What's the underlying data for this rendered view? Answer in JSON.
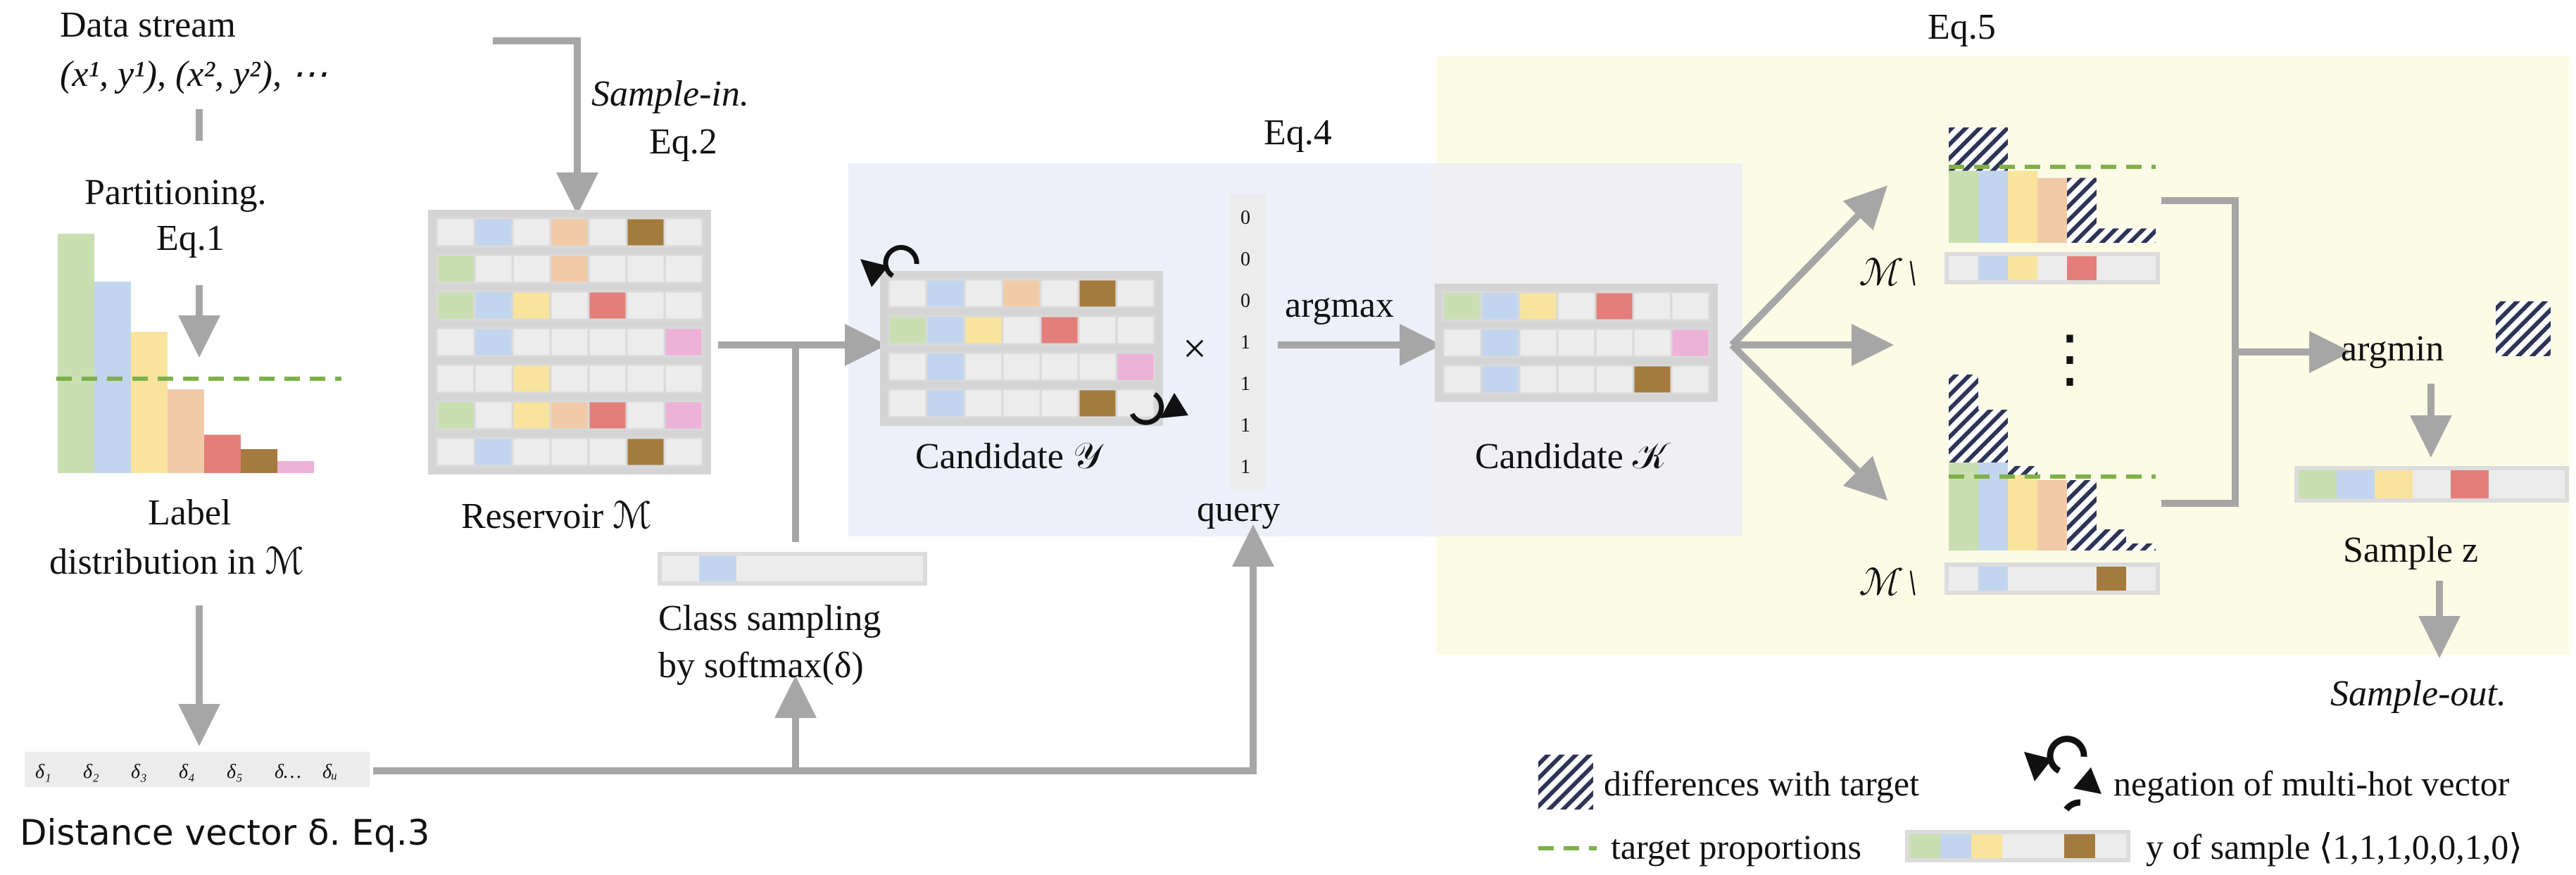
{
  "colors": {
    "green": "#c9dfb1",
    "blue": "#c2d5ef",
    "yellow": "#f8e49c",
    "peach": "#f1caa8",
    "red": "#e47e7a",
    "brown": "#a47b3f",
    "pink": "#eeb1d8",
    "empty": "#ececec",
    "arrow": "#a6a6a6",
    "target_line": "#7fb04a",
    "candidate_panel": "#edf0f9",
    "eq5_panel": "#fcfbe6"
  },
  "left": {
    "data_stream_title": "Data stream",
    "data_stream_seq": "(x¹, y¹),  (x², y²),  ⋯",
    "partitioning": "Partitioning.",
    "eq1": "Eq.1",
    "label_dist_line1": "Label",
    "label_dist_line2": "distribution in ℳ",
    "label_dist_bars": [
      1.0,
      0.8,
      0.59,
      0.35,
      0.16,
      0.1,
      0.05
    ],
    "delta_labels": [
      "δ₁",
      "δ₂",
      "δ₃",
      "δ₄",
      "δ₅",
      "δ…",
      "δᵤ"
    ],
    "distance_vector": "Distance vector δ. Eq.3"
  },
  "reservoir": {
    "sample_in": "Sample-in.",
    "eq2": "Eq.2",
    "label": "Reservoir ℳ",
    "rows": [
      [
        "e",
        "blue",
        "e",
        "peach",
        "e",
        "brown",
        "e"
      ],
      [
        "green",
        "e",
        "e",
        "peach",
        "e",
        "e",
        "e"
      ],
      [
        "green",
        "blue",
        "yellow",
        "e",
        "red",
        "e",
        "e"
      ],
      [
        "e",
        "blue",
        "e",
        "e",
        "e",
        "e",
        "pink"
      ],
      [
        "e",
        "e",
        "yellow",
        "e",
        "e",
        "e",
        "e"
      ],
      [
        "green",
        "e",
        "yellow",
        "peach",
        "red",
        "e",
        "pink"
      ],
      [
        "e",
        "blue",
        "e",
        "e",
        "e",
        "brown",
        "e"
      ]
    ]
  },
  "class_sampling": {
    "line1": "Class sampling",
    "line2": "by softmax(δ)",
    "vector": [
      "e",
      "blue",
      "e",
      "e",
      "e",
      "e",
      "e"
    ]
  },
  "candidate_y": {
    "eq4": "Eq.4",
    "label": "Candidate 𝒴",
    "rows": [
      [
        "e",
        "blue",
        "e",
        "peach",
        "e",
        "brown",
        "e"
      ],
      [
        "green",
        "blue",
        "yellow",
        "e",
        "red",
        "e",
        "e"
      ],
      [
        "e",
        "blue",
        "e",
        "e",
        "e",
        "e",
        "pink"
      ],
      [
        "e",
        "blue",
        "e",
        "e",
        "e",
        "brown",
        "e"
      ]
    ],
    "times": "×",
    "query_values": [
      "0",
      "0",
      "0",
      "1",
      "1",
      "1",
      "1"
    ],
    "query_label": "query",
    "argmax": "argmax"
  },
  "candidate_k": {
    "label": "Candidate 𝒦",
    "rows": [
      [
        "green",
        "blue",
        "yellow",
        "e",
        "red",
        "e",
        "e"
      ],
      [
        "e",
        "blue",
        "e",
        "e",
        "e",
        "e",
        "pink"
      ],
      [
        "e",
        "blue",
        "e",
        "e",
        "e",
        "brown",
        "e"
      ]
    ]
  },
  "eq5": {
    "title": "Eq.5",
    "top_set": "ℳ \\",
    "top_vector": [
      "e",
      "blue",
      "yellow",
      "e",
      "red",
      "e",
      "e"
    ],
    "top_bars": [
      0.8,
      0.8,
      0.5,
      0.45,
      0.45,
      0.1,
      0.1
    ],
    "top_hatch": [
      0.3,
      0.3,
      0.0,
      0.0,
      0.45,
      0.1,
      0.1
    ],
    "bottom_set": "ℳ \\",
    "bottom_vector": [
      "e",
      "blue",
      "e",
      "e",
      "e",
      "brown",
      "e"
    ],
    "bottom_bars": [
      1.0,
      0.8,
      0.48,
      0.4,
      0.4,
      0.12,
      0.04
    ],
    "bottom_hatch": [
      0.5,
      0.3,
      0.05,
      0.0,
      0.4,
      0.12,
      0.04
    ],
    "dots": "⋮",
    "argmin": "argmin",
    "sample_vector": [
      "green",
      "blue",
      "yellow",
      "e",
      "red",
      "e",
      "e"
    ],
    "sample_label": "Sample z",
    "sample_out": "Sample-out."
  },
  "legend": {
    "differences": "differences with target",
    "negation": "negation of multi-hot vector",
    "target": "target proportions",
    "y_of_sample": "y of sample ⟨1,1,1,0,0,1,0⟩",
    "y_vector": [
      "green",
      "blue",
      "yellow",
      "e",
      "e",
      "brown",
      "e"
    ]
  }
}
